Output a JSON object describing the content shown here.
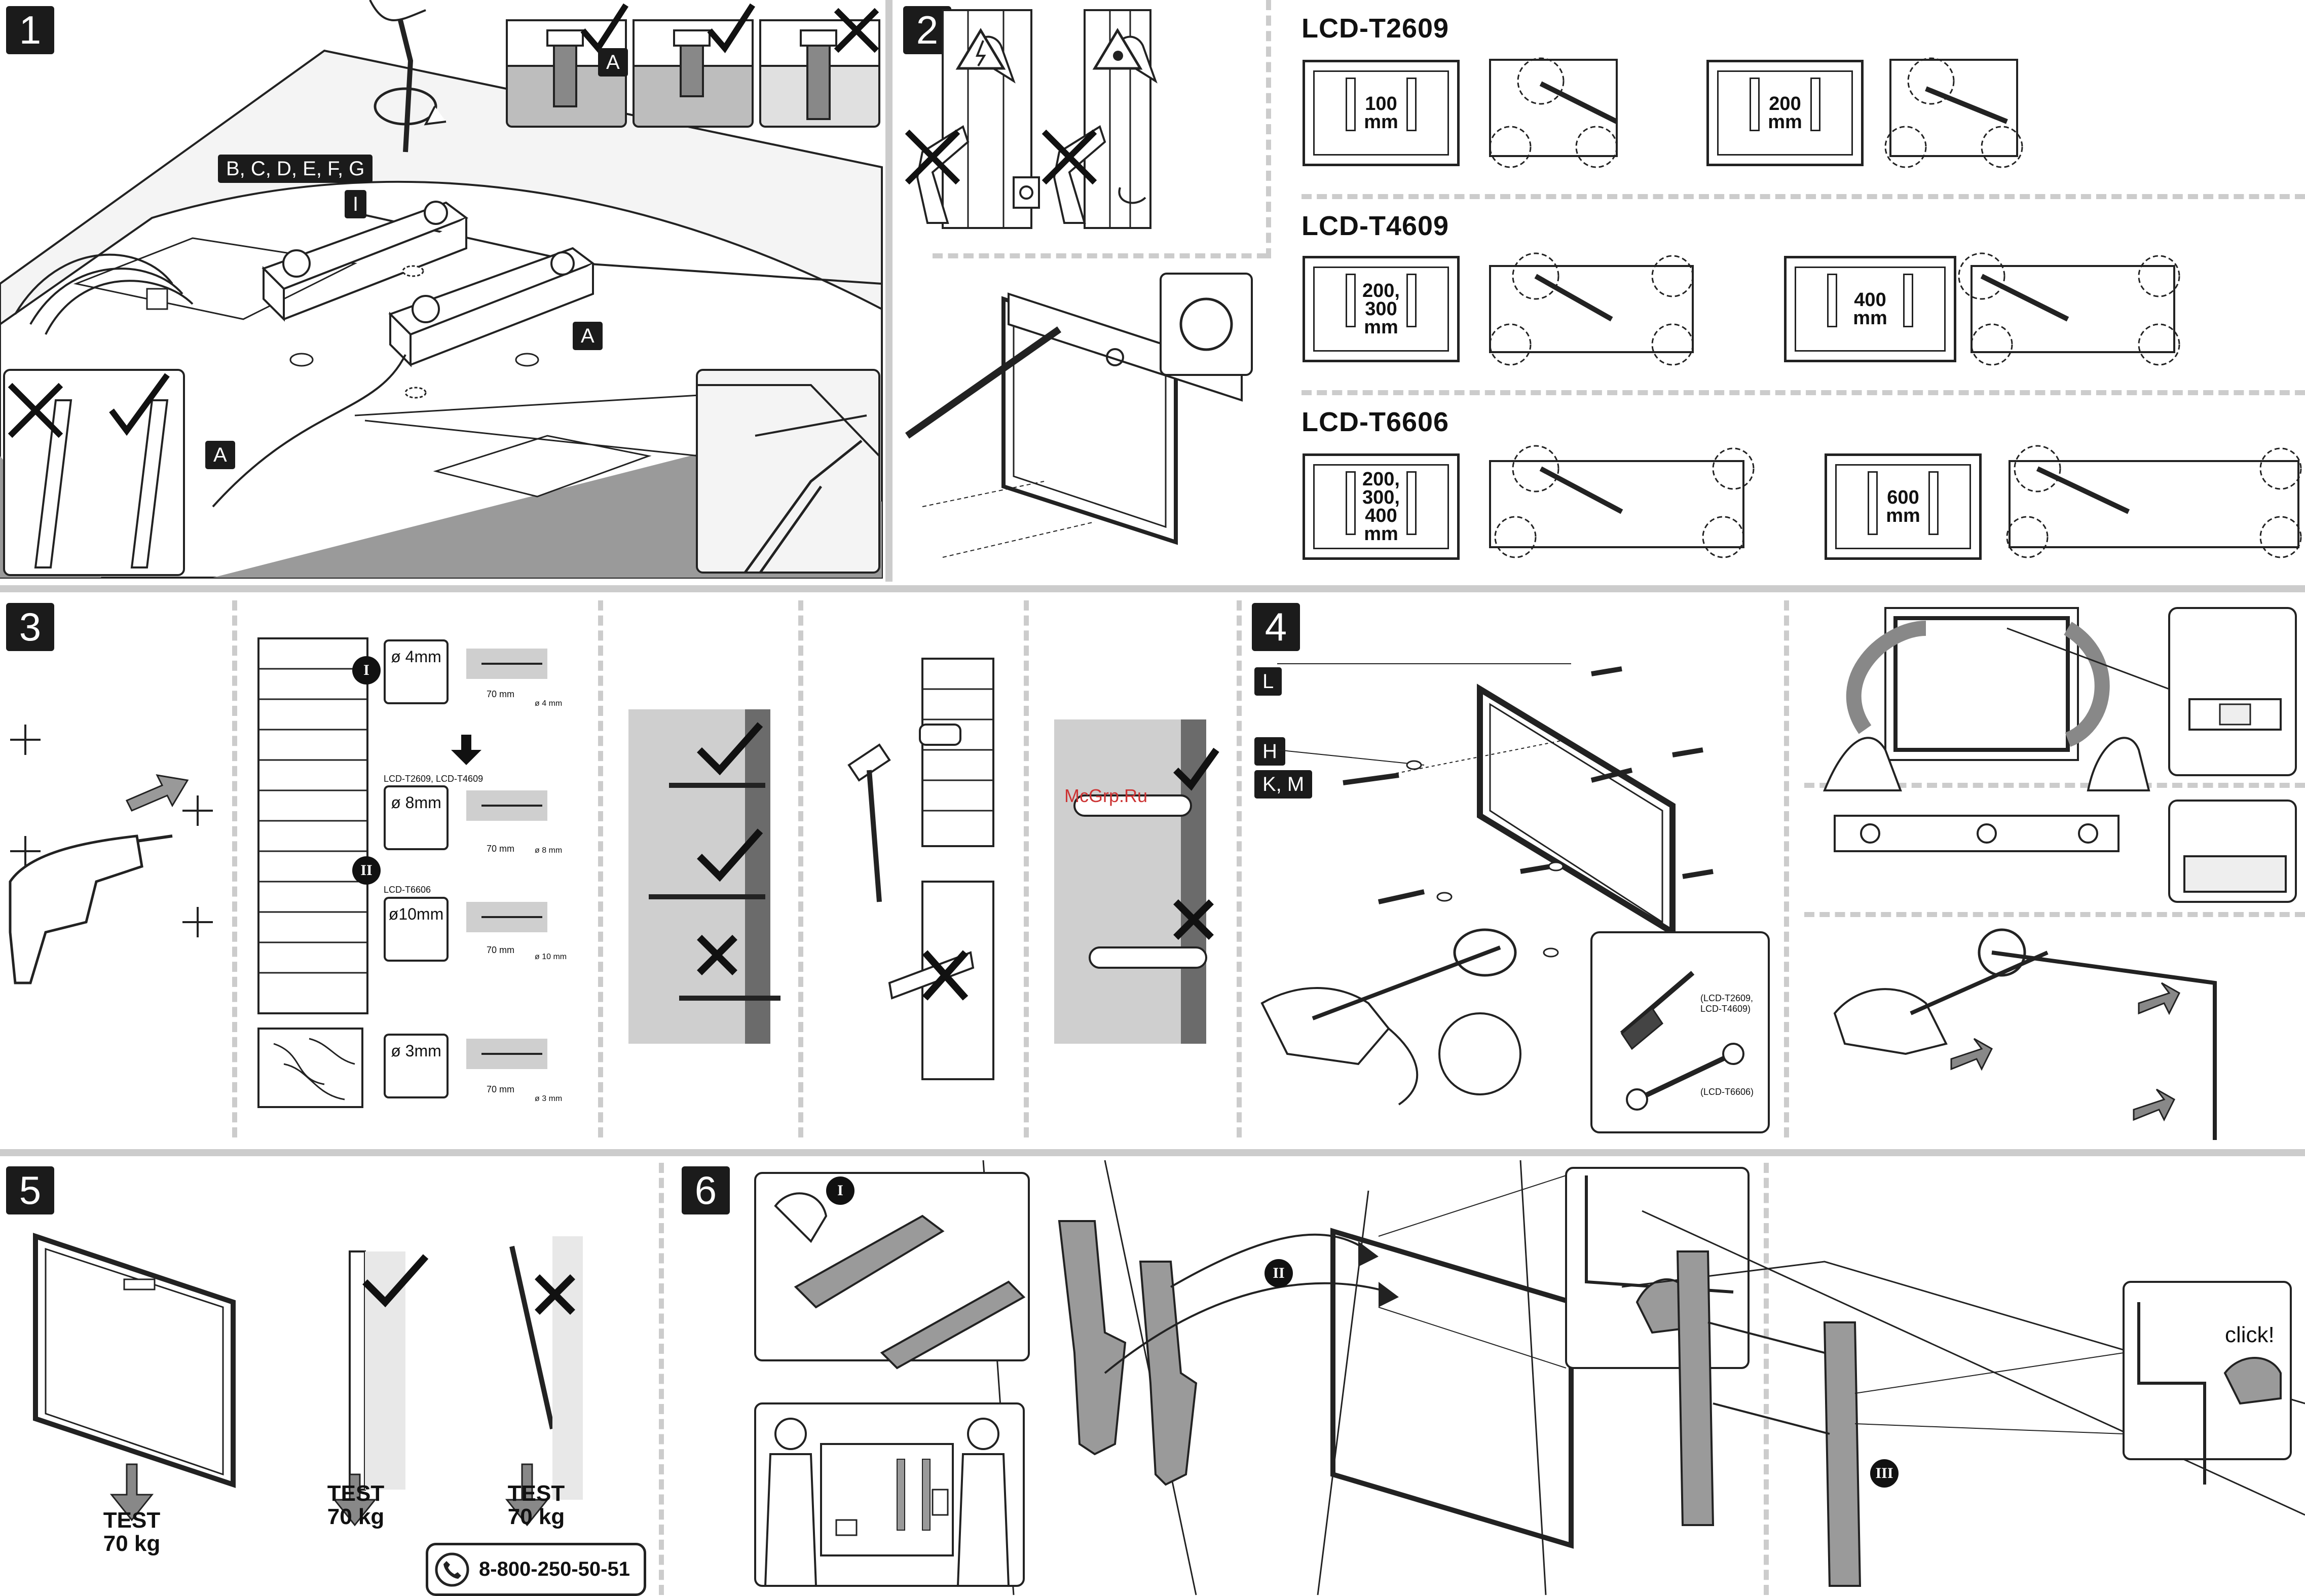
{
  "steps": {
    "s1": "1",
    "s2": "2",
    "s3": "3",
    "s4": "4",
    "s5": "5",
    "s6": "6"
  },
  "step1": {
    "tag_bcdefg": "B, C, D, E, F, G",
    "tag_i": "I",
    "tag_a_top": "A",
    "tag_a_right": "A",
    "tag_a_left": "A"
  },
  "models": {
    "t2609": {
      "title": "LCD-T2609",
      "vesa1": "100\nmm",
      "vesa2": "200\nmm"
    },
    "t4609": {
      "title": "LCD-T4609",
      "vesa1": "200,\n300\nmm",
      "vesa2": "400\nmm"
    },
    "t6606": {
      "title": "LCD-T6606",
      "vesa1": "200,\n300,\n400\nmm",
      "vesa2": "600\nmm"
    }
  },
  "step3": {
    "roman_i": "I",
    "roman_ii": "II",
    "drill_4": "ø 4mm",
    "drill_8": "ø 8mm",
    "drill_10": "ø10mm",
    "drill_3": "ø 3mm",
    "models_8": "LCD-T2609, LCD-T4609",
    "models_10": "LCD-T6606",
    "depth_70a": "70 mm",
    "depth_70b": "70 mm",
    "depth_70c": "70 mm",
    "depth_70d": "70 mm",
    "dia_4": "ø 4 mm",
    "dia_8": "ø 8 mm",
    "dia_10": "ø 10 mm",
    "dia_3": "ø 3 mm",
    "watermark": "McGrp.Ru"
  },
  "step4": {
    "tag_l": "L",
    "tag_h": "H",
    "tag_km": "K, M",
    "tool_models_1": "(LCD-T2609,\nLCD-T4609)",
    "tool_models_2": "(LCD-T6606)"
  },
  "step5": {
    "test1": "TEST\n70 kg",
    "test2": "TEST\n70 kg",
    "test3": "TEST\n70 kg",
    "phone": "8-800-250-50-51"
  },
  "step6": {
    "roman_i": "I",
    "roman_ii": "II",
    "roman_iii": "III",
    "click": "click!"
  }
}
